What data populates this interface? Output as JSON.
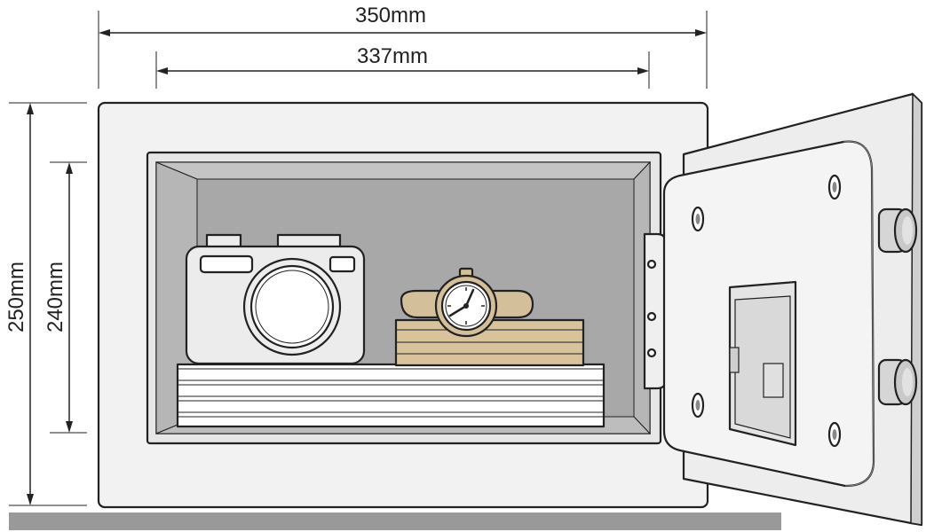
{
  "dimensions": {
    "outer_width": "350mm",
    "inner_width": "337mm",
    "outer_height": "250mm",
    "inner_height": "240mm"
  },
  "colors": {
    "safe_body": "#f1f1f1",
    "interior": "#a9a9a9",
    "floor": "#999999",
    "wood": "#d8c39c",
    "watch_strap": "#d3c09b",
    "outline": "#222222"
  }
}
